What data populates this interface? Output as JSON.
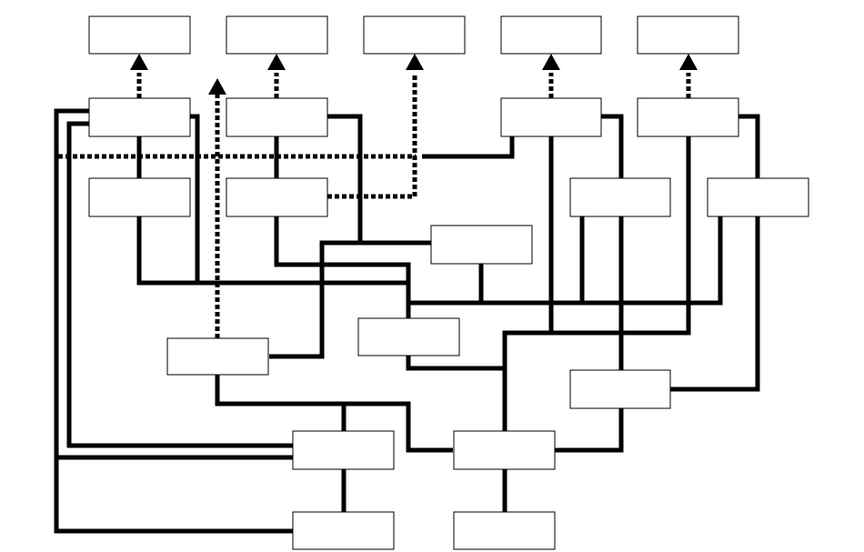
{
  "diagram": {
    "type": "block-diagram",
    "colors": {
      "line": "#000000",
      "background": "#ffffff",
      "box_fill": "#ffffff"
    },
    "boxes": [
      {
        "id": "top-1",
        "label": ""
      },
      {
        "id": "top-2",
        "label": ""
      },
      {
        "id": "top-3",
        "label": ""
      },
      {
        "id": "top-4",
        "label": ""
      },
      {
        "id": "top-5",
        "label": ""
      },
      {
        "id": "row2-1",
        "label": ""
      },
      {
        "id": "row2-2",
        "label": ""
      },
      {
        "id": "row2-3",
        "label": ""
      },
      {
        "id": "row2-4",
        "label": ""
      },
      {
        "id": "row3-1",
        "label": ""
      },
      {
        "id": "row3-2",
        "label": ""
      },
      {
        "id": "row3-3",
        "label": ""
      },
      {
        "id": "row3-4",
        "label": ""
      },
      {
        "id": "mid-right",
        "label": ""
      },
      {
        "id": "mid-center",
        "label": ""
      },
      {
        "id": "mid-left",
        "label": ""
      },
      {
        "id": "right-lower",
        "label": ""
      },
      {
        "id": "low-left",
        "label": ""
      },
      {
        "id": "low-right",
        "label": ""
      },
      {
        "id": "bottom-left",
        "label": ""
      },
      {
        "id": "bottom-right",
        "label": ""
      }
    ],
    "connectors": {
      "solid_count": 28,
      "dashed_count": 7,
      "arrowheads": [
        "up",
        "up",
        "up",
        "up",
        "up",
        "up"
      ]
    }
  }
}
